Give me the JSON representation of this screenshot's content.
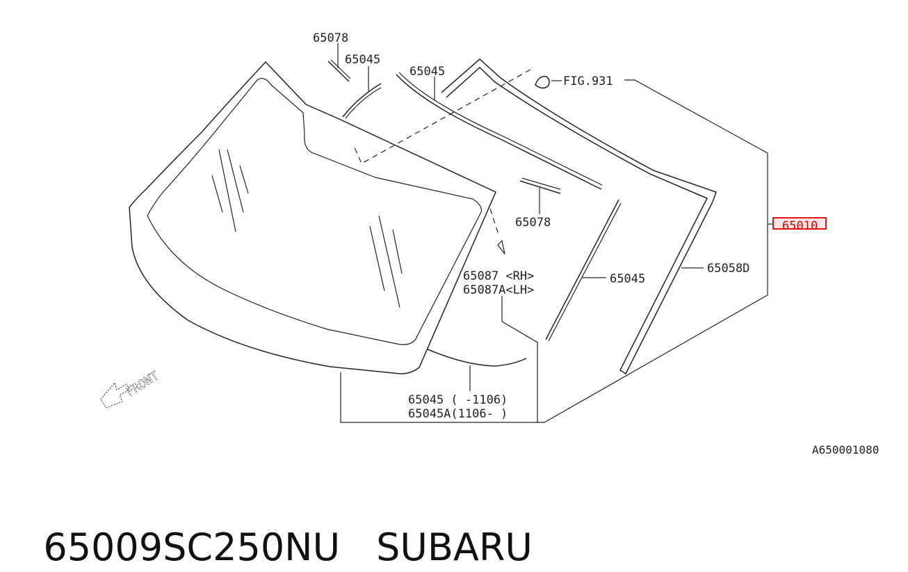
{
  "diagram": {
    "labels": {
      "p65078_top": "65078",
      "p65045_a": "65045",
      "p65045_b": "65045",
      "fig931": "FIG.931",
      "p65010": "65010",
      "p65078_mid": "65078",
      "p65087_rh": "65087 <RH>",
      "p65087a_lh": "65087A<LH>",
      "p65045_c": "65045",
      "p65058d": "65058D",
      "p65045_bottom1": "65045 ( -1106)",
      "p65045a_bottom2": "65045A(1106- )",
      "front": "FRONT"
    },
    "reference_code": "A650001080",
    "highlight_color": "#e00000"
  },
  "footer": {
    "part_number": "65009SC250NU",
    "brand": "SUBARU"
  }
}
